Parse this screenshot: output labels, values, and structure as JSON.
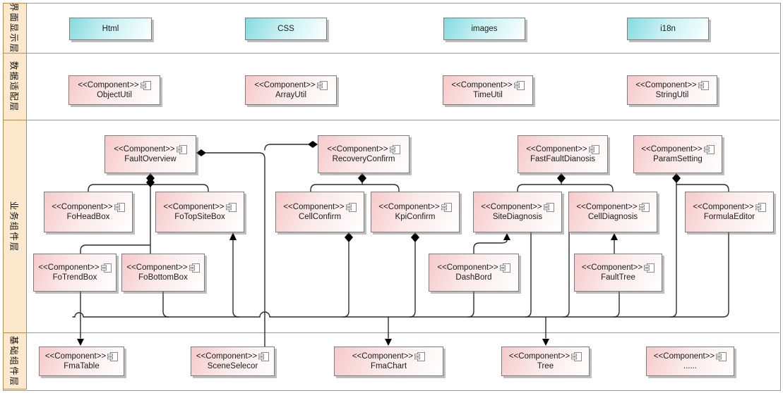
{
  "diagram": {
    "title_stereotype": "<<Component>>",
    "lanes": [
      {
        "label": "界面显示层",
        "kind": "plain",
        "boxes": [
          {
            "name": "Html"
          },
          {
            "name": "CSS"
          },
          {
            "name": "images"
          },
          {
            "name": "i18n"
          }
        ]
      },
      {
        "label": "数据适配层",
        "kind": "component",
        "boxes": [
          {
            "name": "ObjectUtil"
          },
          {
            "name": "ArrayUtil"
          },
          {
            "name": "TimeUtil"
          },
          {
            "name": "StringUtil"
          }
        ]
      },
      {
        "label": "业务组件层",
        "kind": "component",
        "boxes": [
          {
            "name": "FaultOverview"
          },
          {
            "name": "RecoveryConfirm"
          },
          {
            "name": "FastFaultDianosis"
          },
          {
            "name": "ParamSetting"
          },
          {
            "name": "FoHeadBox"
          },
          {
            "name": "FoTopSiteBox"
          },
          {
            "name": "CellConfirm"
          },
          {
            "name": "KpiConfirm"
          },
          {
            "name": "SiteDiagnosis"
          },
          {
            "name": "CellDiagnosis"
          },
          {
            "name": "FormulaEditor"
          },
          {
            "name": "FoTrendBox"
          },
          {
            "name": "FoBottomBox"
          },
          {
            "name": "DashBord"
          },
          {
            "name": "FaultTree"
          }
        ]
      },
      {
        "label": "基础组件层",
        "kind": "component",
        "boxes": [
          {
            "name": "FmaTable"
          },
          {
            "name": "SceneSelecor"
          },
          {
            "name": "FmaChart"
          },
          {
            "name": "Tree"
          },
          {
            "name": "......"
          }
        ]
      }
    ],
    "relations": [
      {
        "from": "FaultOverview",
        "to": "FoHeadBox",
        "type": "composition"
      },
      {
        "from": "FaultOverview",
        "to": "FoTopSiteBox",
        "type": "composition"
      },
      {
        "from": "FaultOverview",
        "to": "FoTrendBox",
        "type": "composition"
      },
      {
        "from": "FaultOverview",
        "to": "FoBottomBox",
        "type": "composition"
      },
      {
        "from": "FaultOverview",
        "to": "SceneSelecor",
        "type": "composition"
      },
      {
        "from": "RecoveryConfirm",
        "to": "SceneSelecor",
        "type": "composition"
      },
      {
        "from": "RecoveryConfirm",
        "to": "CellConfirm",
        "type": "composition"
      },
      {
        "from": "RecoveryConfirm",
        "to": "KpiConfirm",
        "type": "composition"
      },
      {
        "from": "FastFaultDianosis",
        "to": "SiteDiagnosis",
        "type": "composition"
      },
      {
        "from": "FastFaultDianosis",
        "to": "CellDiagnosis",
        "type": "composition"
      },
      {
        "from": "ParamSetting",
        "to": "FormulaEditor",
        "type": "composition"
      },
      {
        "from": "CellConfirm",
        "to": "bus",
        "type": "composition"
      },
      {
        "from": "KpiConfirm",
        "to": "bus",
        "type": "composition"
      },
      {
        "from": "DashBord",
        "to": "SiteDiagnosis",
        "type": "arrow"
      },
      {
        "from": "FaultTree",
        "to": "CellDiagnosis",
        "type": "arrow"
      },
      {
        "from": "bus",
        "to": "FoTopSiteBox",
        "type": "arrow"
      },
      {
        "from": "FoTrendBox",
        "to": "FmaTable",
        "type": "arrow"
      },
      {
        "from": "bus",
        "to": "FmaChart",
        "type": "arrow"
      },
      {
        "from": "bus",
        "to": "Tree",
        "type": "arrow"
      }
    ],
    "colors": {
      "plain_box": "#84dbdf",
      "component_box": "#f6c9c9",
      "lane_label_bg": "#fce8cd",
      "lane_label_border": "#b98c52",
      "wire": "#2b2b2b",
      "grid": "#9a9a9a"
    }
  }
}
